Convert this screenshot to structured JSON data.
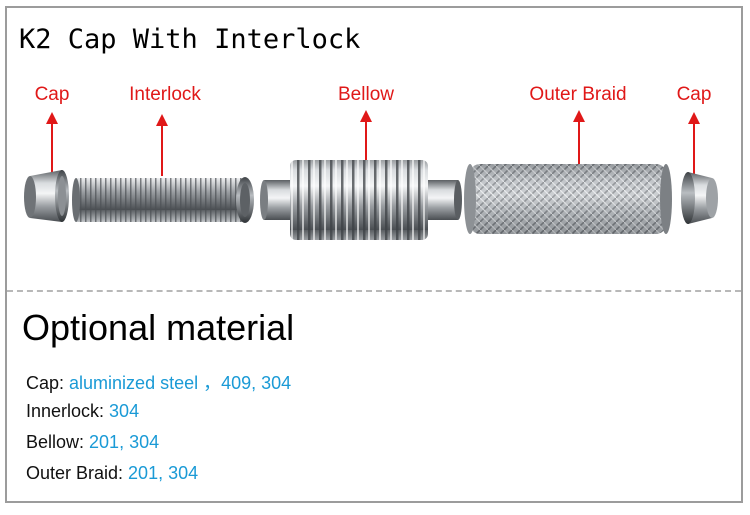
{
  "title": "K2 Cap With Interlock",
  "part_labels": {
    "cap_left": "Cap",
    "interlock": "Interlock",
    "bellow": "Bellow",
    "outer_braid": "Outer Braid",
    "cap_right": "Cap"
  },
  "colors": {
    "label_red": "#e01818",
    "value_blue": "#1a9ad6",
    "frame_gray": "#9c9c9c"
  },
  "optional_material": {
    "heading": "Optional material",
    "rows": [
      {
        "key": "Cap: ",
        "value": "aluminized steel ，409, 304"
      },
      {
        "key": "Innerlock: ",
        "value": "304"
      },
      {
        "key": "Bellow: ",
        "value": "201, 304"
      },
      {
        "key": "Outer Braid: ",
        "value": "201, 304"
      }
    ]
  }
}
